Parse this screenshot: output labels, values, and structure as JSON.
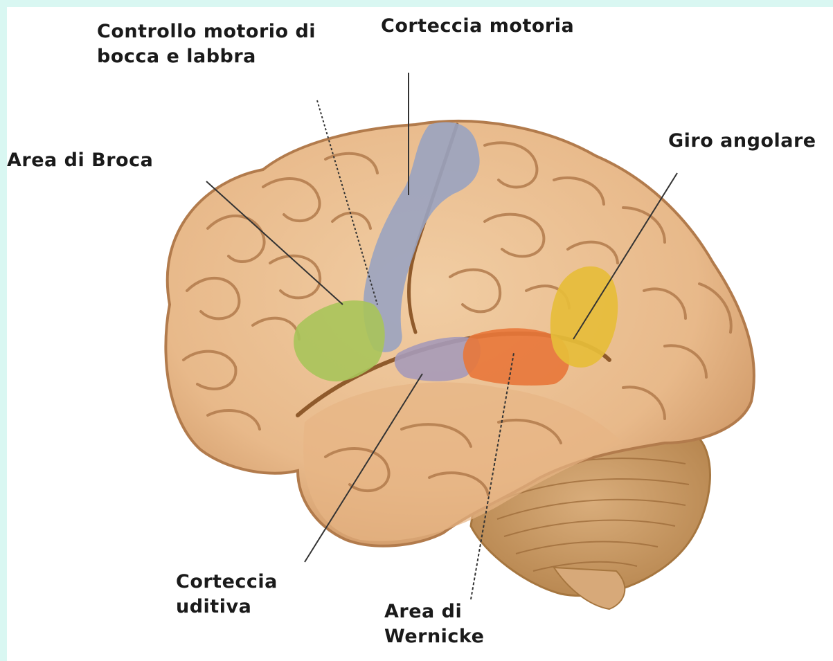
{
  "labels": {
    "lips_control": {
      "line1": "Controllo motorio di",
      "line2": "bocca e labbra"
    },
    "motor_cortex": "Corteccia motoria",
    "broca": "Area di Broca",
    "angular_gyrus": "Giro angolare",
    "auditory_cortex": {
      "line1": "Corteccia",
      "line2": "uditiva"
    },
    "wernicke": {
      "line1": "Area di",
      "line2": "Wernicke"
    }
  },
  "colors": {
    "frame": "#d9f7f2",
    "brain": "#e8b98a",
    "sulcus": "#b27b4c",
    "cerebellum": "#c99a68",
    "motor_cortex": "#9aa3c0",
    "broca": "#a8c45a",
    "auditory_cortex": "#a69ab8",
    "wernicke": "#e8773a",
    "angular_gyrus": "#e6bd3a",
    "leader": "#333333"
  }
}
